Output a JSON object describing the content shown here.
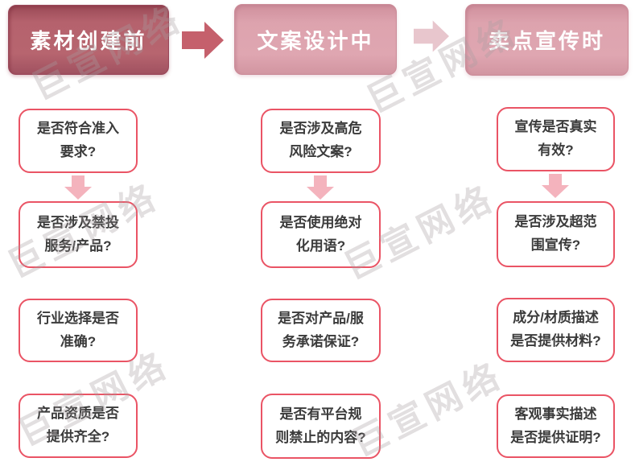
{
  "watermark": {
    "text": "巨宣网络",
    "color": "#d9d3d4"
  },
  "stages": [
    {
      "header": "素材创建前",
      "questions": [
        "是否符合准入要求?",
        "是否涉及禁投服务/产品?",
        "行业选择是否准确?",
        "产品资质是否提供齐全?"
      ]
    },
    {
      "header": "文案设计中",
      "questions": [
        "是否涉及高危风险文案?",
        "是否使用绝对化用语?",
        "是否对产品/服务承诺保证?",
        "是否有平台规则禁止的内容?"
      ]
    },
    {
      "header": "卖点宣传时",
      "questions": [
        "宣传是否真实有效?",
        "是否涉及超范围宣传?",
        "成分/材质描述是否提供材料?",
        "客观事实描述是否提供证明?"
      ]
    }
  ],
  "icons": {
    "right_arrow": "right-block-arrow",
    "down_arrow": "down-block-arrow"
  },
  "colors": {
    "header_dark_fill": "#b5626d",
    "header_light_fill": "#dda3ae",
    "stage_arrow_dark": "#c5606c",
    "stage_arrow_light": "#e8c6cd",
    "question_box_border": "#ea5465",
    "down_arrow_fill": "#f4b3bd",
    "question_text": "#3b3b3b",
    "header_text": "#ffffff"
  }
}
